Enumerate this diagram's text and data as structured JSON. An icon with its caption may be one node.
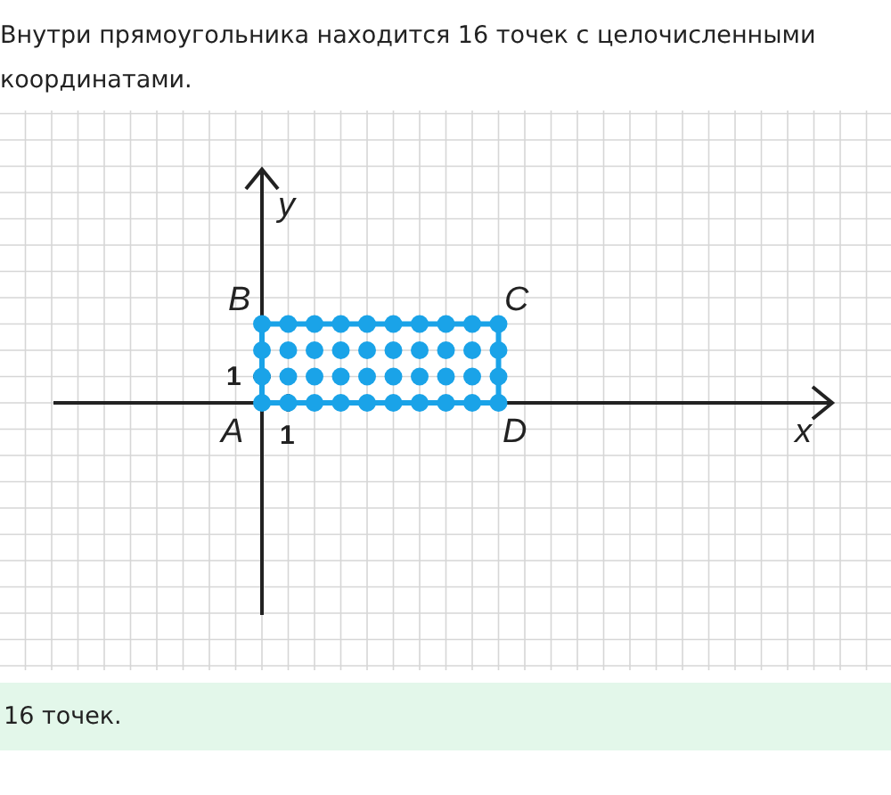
{
  "diagram": {
    "labels": [
      "Внутри прямоугольника находится 16 точек с целочисленными координатами.",
      "y",
      "B",
      "C",
      "1",
      "A",
      "1",
      "D",
      "x",
      "16 точек."
    ]
  }
}
